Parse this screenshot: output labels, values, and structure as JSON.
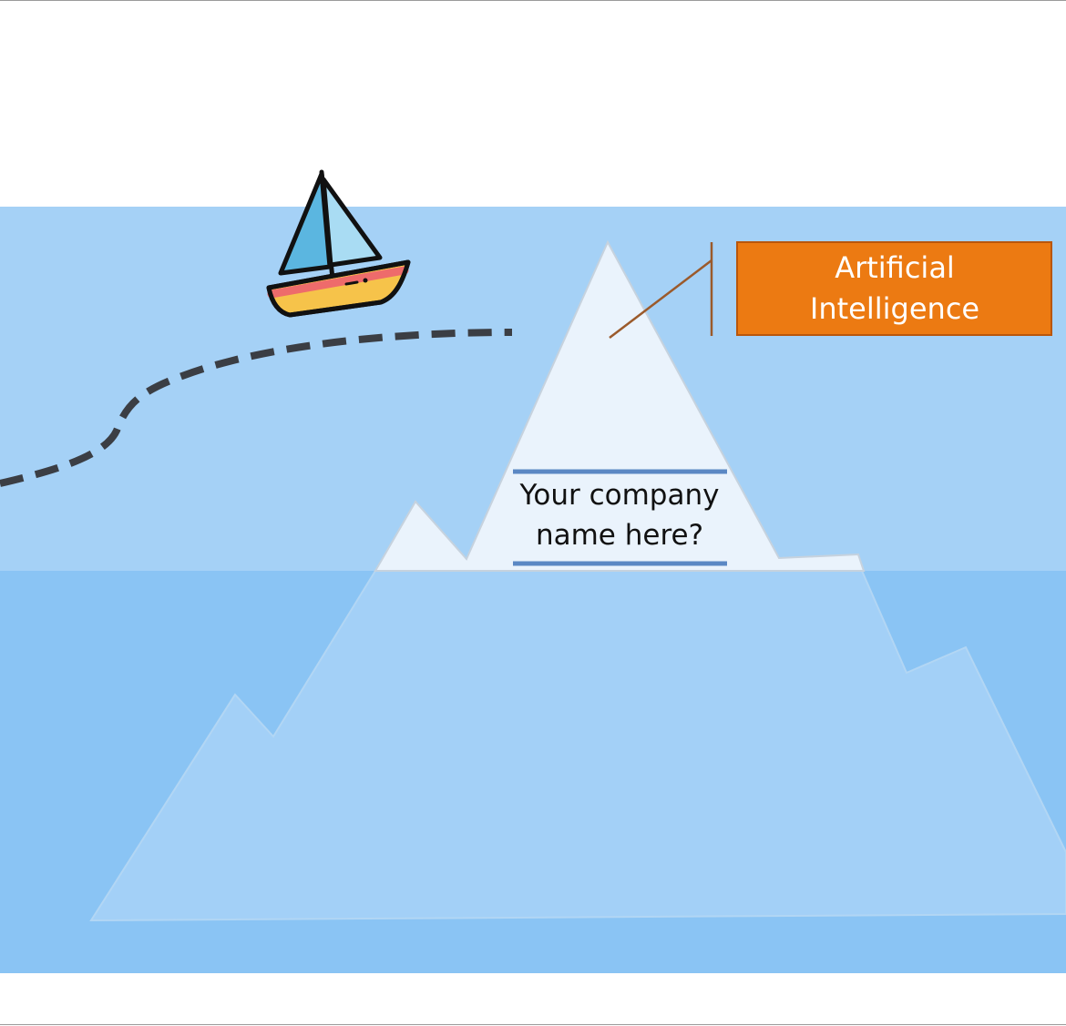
{
  "diagram": {
    "company_label_line1": "Your company",
    "company_label_line2": "name here?",
    "flag_label_line1": "Artificial",
    "flag_label_line2": "Intelligence"
  },
  "colors": {
    "sky": "#ffffff",
    "water_surface": "#a5d1f6",
    "water_deep": "#8ac4f4",
    "iceberg_top": "#eaf3fc",
    "iceberg_underwater": "#a3d0f7",
    "iceberg_outline": "#c9d6e2",
    "underline": "#5b88c4",
    "flag_fill": "#ec7a12",
    "flag_stroke": "#b9560b",
    "flag_pole": "#9b5a2b",
    "path_dash": "#3b3e44"
  },
  "icons": {
    "boat": "sailboat-icon"
  }
}
